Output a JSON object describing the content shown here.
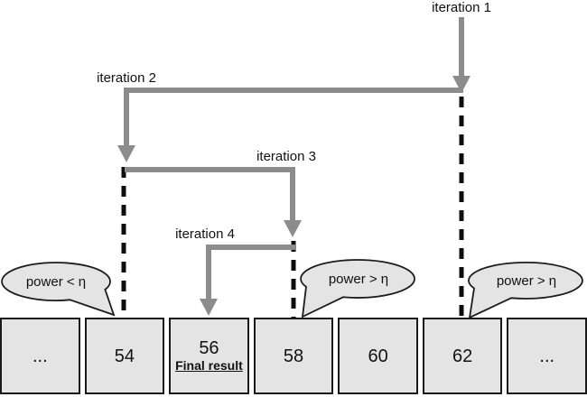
{
  "iterations": [
    {
      "label": "iteration 1"
    },
    {
      "label": "iteration 2"
    },
    {
      "label": "iteration 3"
    },
    {
      "label": "iteration 4"
    }
  ],
  "callouts": [
    {
      "text": "power < η"
    },
    {
      "text": "power > η"
    },
    {
      "text": "power > η"
    }
  ],
  "boxes": [
    {
      "value": "..."
    },
    {
      "value": "54"
    },
    {
      "value": "56",
      "note": "Final result"
    },
    {
      "value": "58"
    },
    {
      "value": "60"
    },
    {
      "value": "62"
    },
    {
      "value": "..."
    }
  ],
  "colors": {
    "arrow": "#8c8c8c",
    "dashed_line": "#0d0d0d",
    "box_fill": "#e4e4e4",
    "box_border": "#1a1a1a",
    "callout_fill": "#e4e4e4",
    "callout_border": "#1c1c1c",
    "background": "#ffffff"
  }
}
